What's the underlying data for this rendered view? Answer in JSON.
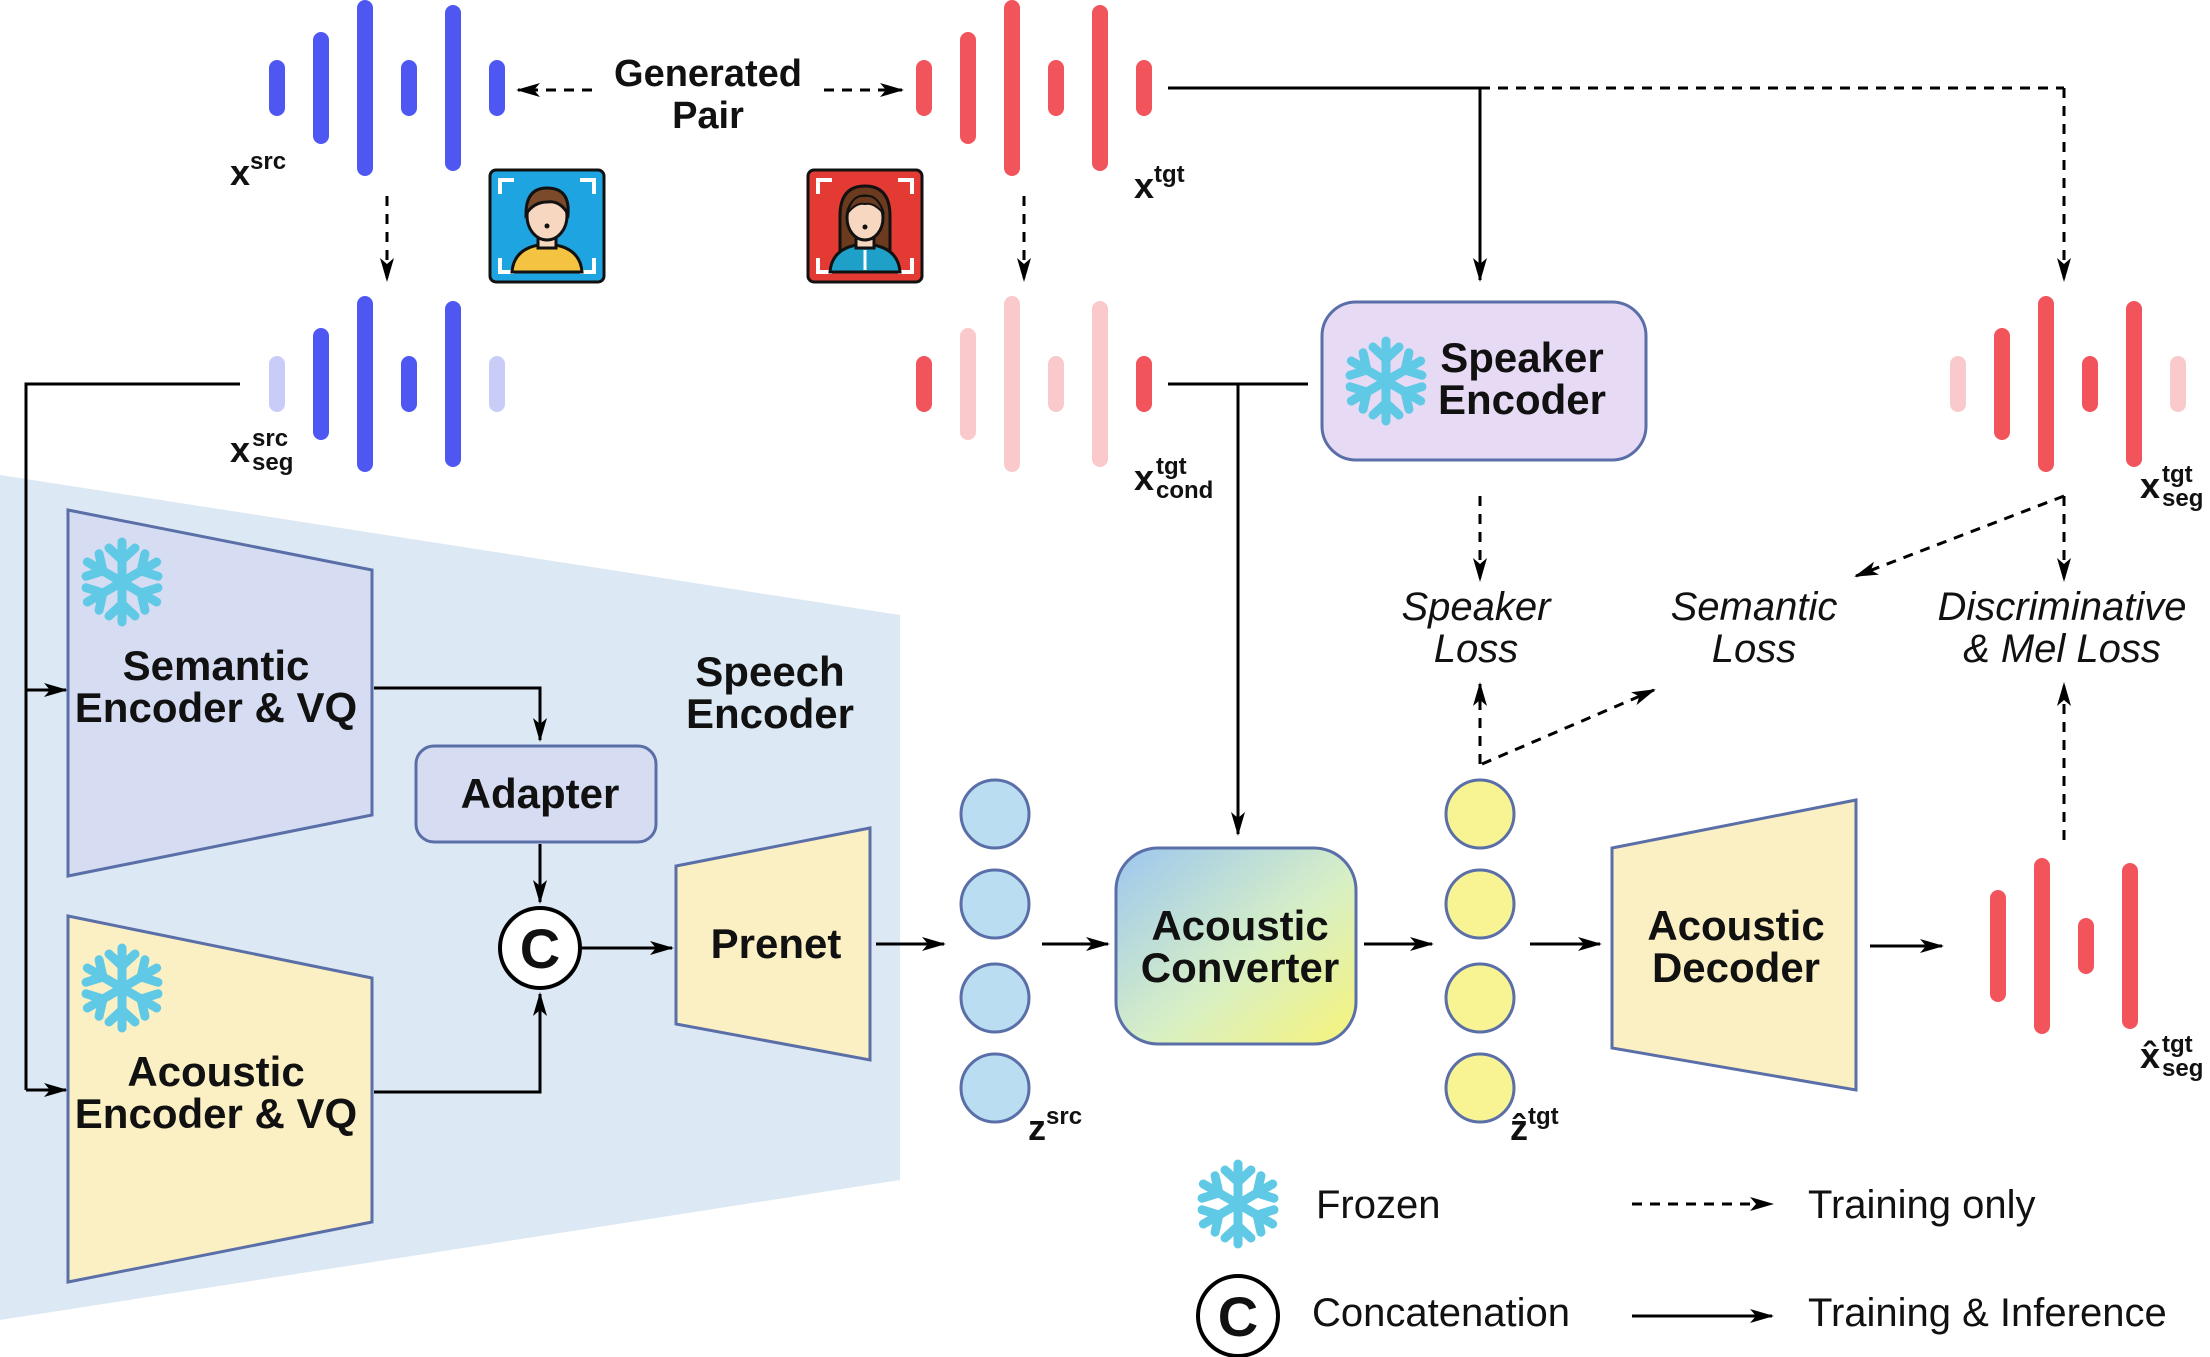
{
  "colors": {
    "blue_wave": "#4F57F2",
    "blue_wave_faded": "#C9CCF7",
    "red_wave": "#F2545B",
    "red_wave_faded": "#FAC9CC",
    "encoder_panel": "#DCE8F3",
    "semantic_box": "#D6DDF2",
    "beige_box": "#FBEFC4",
    "speaker_box": "#E7DAF5",
    "latent_blue": "#BBDDF2",
    "latent_yellow": "#F8F493",
    "snowflake": "#5FC9E6"
  },
  "labels": {
    "generated_pair_line1": "Generated",
    "generated_pair_line2": "Pair",
    "x_src": {
      "main": "x",
      "sup": "src"
    },
    "x_tgt": {
      "main": "x",
      "sup": "tgt"
    },
    "x_src_seg": {
      "main": "x",
      "sup": "src",
      "sub": "seg"
    },
    "x_tgt_cond": {
      "main": "x",
      "sup": "tgt",
      "sub": "cond"
    },
    "x_tgt_seg": {
      "main": "x",
      "sup": "tgt",
      "sub": "seg"
    },
    "x_hat_tgt_seg": {
      "main": "x̂",
      "sup": "tgt",
      "sub": "seg"
    },
    "z_src": {
      "main": "z",
      "sup": "src"
    },
    "z_hat_tgt": {
      "main": "ẑ",
      "sup": "tgt"
    }
  },
  "boxes": {
    "speaker_encoder": [
      "Speaker",
      "Encoder"
    ],
    "semantic_encoder": [
      "Semantic",
      "Encoder & VQ"
    ],
    "acoustic_encoder": [
      "Acoustic",
      "Encoder & VQ"
    ],
    "adapter": "Adapter",
    "speech_encoder": [
      "Speech",
      "Encoder"
    ],
    "prenet": "Prenet",
    "acoustic_converter": [
      "Acoustic",
      "Converter"
    ],
    "acoustic_decoder": [
      "Acoustic",
      "Decoder"
    ],
    "concat_symbol": "C"
  },
  "losses": {
    "speaker_loss": [
      "Speaker",
      "Loss"
    ],
    "semantic_loss": [
      "Semantic",
      "Loss"
    ],
    "disc_mel_loss": [
      "Discriminative",
      "& Mel Loss"
    ]
  },
  "legend": {
    "frozen": "Frozen",
    "concatenation": "Concatenation",
    "training_only": "Training only",
    "training_inference": "Training & Inference"
  },
  "icons": [
    "male-speaker-icon",
    "female-speaker-icon",
    "snowflake-icon"
  ]
}
